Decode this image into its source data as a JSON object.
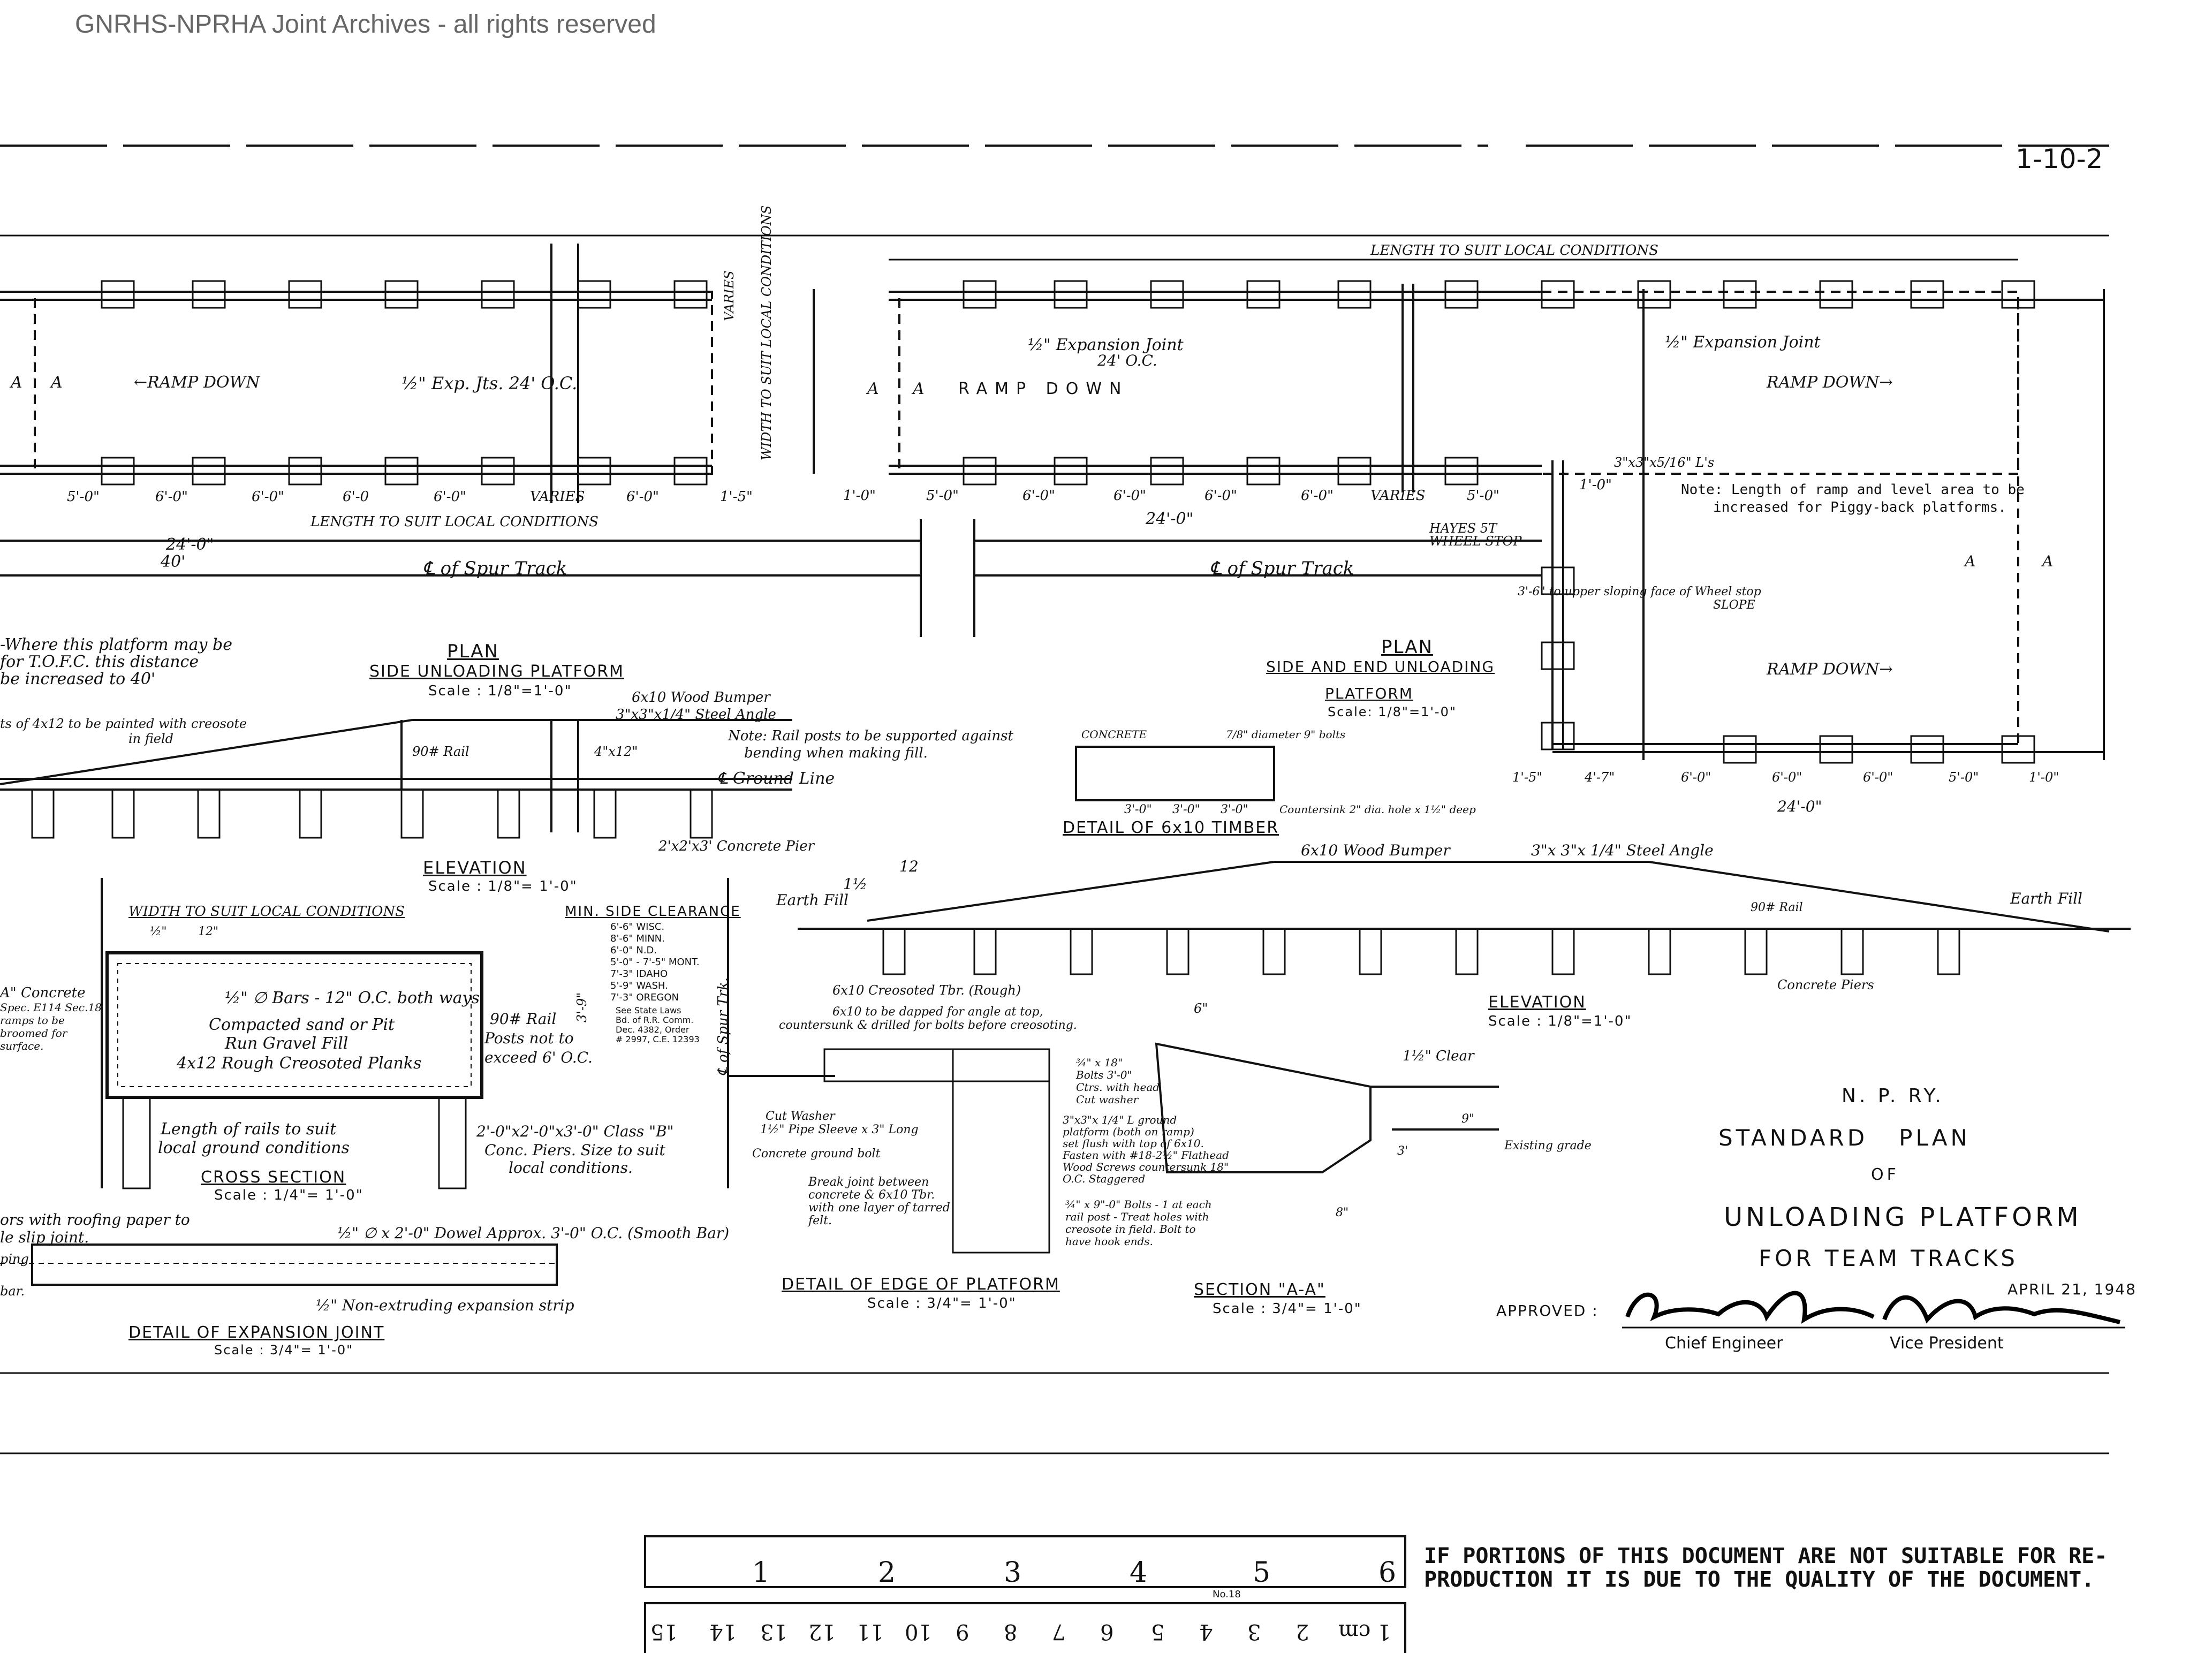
{
  "watermark": "GNRHS-NPRHA Joint Archives - all rights reserved",
  "sheet_number": "1-10-2",
  "left_plan": {
    "section_marker_a1": "A",
    "section_marker_a2": "A",
    "ramp_down": "←RAMP DOWN",
    "exp_joints": "½\" Exp. Jts. 24' O.C.",
    "varies_1": "VARIES",
    "varies_2": "VARIES",
    "width_note": "WIDTH TO SUIT LOCAL CONDITIONS",
    "dim_1_5": "1'-5\"",
    "dims": [
      "5'-0\"",
      "6'-0\"",
      "6'-0\"",
      "6'-0",
      "6'-0\"",
      "VARIES",
      "6'-0\""
    ],
    "length_note": "LENGTH TO SUIT LOCAL CONDITIONS",
    "dim_24": "24'-0\"",
    "dim_40": "40'",
    "spur_track": "℄ of Spur Track",
    "tofc_note_1": "-Where this platform may be",
    "tofc_note_2": "for T.O.F.C. this distance",
    "tofc_note_3": "be increased to 40'",
    "title": "PLAN",
    "subtitle": "SIDE UNLOADING PLATFORM",
    "scale": "Scale : 1/8\"=1'-0\""
  },
  "right_plan": {
    "length_note": "LENGTH TO SUIT LOCAL CONDITIONS",
    "exp_joint_1": "½\" Expansion Joint",
    "exp_joint_1b": "24' O.C.",
    "exp_joint_2": "½\" Expansion Joint",
    "section_marker_a1": "A",
    "section_marker_a2": "A",
    "ramp_down_1": "RAMP DOWN",
    "ramp_down_2": "RAMP DOWN→",
    "ramp_down_3": "RAMP DOWN→",
    "angle": "3\"x3\"x5/16\" L's",
    "dim_1_0": "1'-0\"",
    "dim_1_0b": "1'-0\"",
    "dims": [
      "5'-0\"",
      "6'-0\"",
      "6'-0\"",
      "6'-0\"",
      "6'-0\"",
      "VARIES",
      "5'-0\""
    ],
    "dim_24": "24'-0\"",
    "hayes": "HAYES 5T WHEEL STOP",
    "spur_track": "℄ of Spur Track",
    "note_1": "Note: Length of ramp and level area to be",
    "note_2": "increased for Piggy-back platforms.",
    "slope_note": "3'-6\" to upper sloping face of Wheel stop",
    "slope": "SLOPE",
    "section_marker_a3": "A",
    "section_marker_a4": "A",
    "bottom_dims": [
      "1'-5\"",
      "4'-7\"",
      "6'-0\"",
      "6'-0\"",
      "6'-0\"",
      "5'-0\"",
      "1'-0\""
    ],
    "bottom_total": "24'-0\"",
    "title": "PLAN",
    "subtitle": "SIDE AND END UNLOADING",
    "subtitle2": "PLATFORM",
    "scale": "Scale: 1/8\"=1'-0\""
  },
  "left_elevation": {
    "bumper": "6x10 Wood Bumper",
    "angle": "3\"x3\"x1/4\" Steel Angle",
    "note_1": "Note: Rail posts to be supported against",
    "note_2": "bending when making fill.",
    "posts_note": "ts of 4x12 to be painted with creosote",
    "posts_note2": "in field",
    "rail": "90# Rail",
    "size": "4\"x12\"",
    "ground_line": "℄ Ground Line",
    "pier": "2'x2'x3' Concrete Pier",
    "title": "ELEVATION",
    "scale": "Scale : 1/8\"= 1'-0\""
  },
  "detail_timber": {
    "label_1": "CONCRETE",
    "label_2": "7/8\" diameter 9\" bolts",
    "dims": [
      "3'-0\"",
      "3'-0\"",
      "3'-0\""
    ],
    "countersink": "Countersink 2\" dia. hole x 1½\" deep",
    "title": "DETAIL OF 6x10 TIMBER"
  },
  "right_elevation": {
    "bumper": "6x10 Wood Bumper",
    "angle": "3\"x 3\"x 1/4\" Steel Angle",
    "earth_fill_l": "Earth Fill",
    "earth_fill_r": "Earth Fill",
    "slope_l": "1½",
    "slope_l2": "12",
    "rail": "90# Rail",
    "piers": "Concrete Piers",
    "title": "ELEVATION",
    "scale": "Scale : 1/8\"=1'-0\""
  },
  "cross_section": {
    "width_note": "WIDTH TO SUIT LOCAL CONDITIONS",
    "dim_half": "½\"",
    "dim_12": "12\"",
    "clearance_title": "MIN. SIDE CLEARANCE",
    "clearance_rows": [
      "6'-6\" WISC.",
      "8'-6\" MINN.",
      "6'-0\" N.D.",
      "5'-0\" - 7'-5\" MONT.",
      "7'-3\" IDAHO",
      "5'-9\" WASH.",
      "7'-3\" OREGON"
    ],
    "state_laws_1": "See State Laws",
    "state_laws_2": "Bd. of R.R. Comm.",
    "state_laws_3": "Dec. 4382, Order",
    "state_laws_4": "# 2997, C.E. 12393",
    "dim_3_9": "3'-9\"",
    "spur": "℄ of Spur Trk.",
    "concrete_note_1": "A\" Concrete",
    "concrete_note_2": "Spec. E114 Sec.18",
    "concrete_note_3": "ramps to be",
    "concrete_note_4": "broomed for",
    "concrete_note_5": "surface.",
    "bars": "½\" ∅ Bars - 12\" O.C. both ways",
    "compacted": "Compacted sand or Pit",
    "run_gravel": "Run Gravel Fill",
    "planks": "4x12 Rough Creosoted Planks",
    "rail_posts_1": "90# Rail",
    "rail_posts_2": "Posts not to",
    "rail_posts_3": "exceed 6' O.C.",
    "length_rails_1": "Length of rails to suit",
    "length_rails_2": "local ground conditions",
    "piers_1": "2'-0\"x2'-0\"x3'-0\" Class \"B\"",
    "piers_2": "Conc. Piers. Size to suit",
    "piers_3": "local conditions.",
    "title": "CROSS SECTION",
    "scale": "Scale : 1/4\"= 1'-0\""
  },
  "detail_expansion": {
    "note_1": "ors with roofing paper to",
    "note_2": "le slip joint.",
    "note_3": "ping",
    "note_4": "bar.",
    "dowel": "½\" ∅ x 2'-0\" Dowel Approx. 3'-0\" O.C. (Smooth Bar)",
    "strip": "½\" Non-extruding expansion strip",
    "title": "DETAIL OF EXPANSION JOINT",
    "scale": "Scale : 3/4\"= 1'-0\""
  },
  "detail_edge": {
    "creosoted": "6x10 Creosoted Tbr. (Rough)",
    "note_1": "6x10 to be dapped for angle at top,",
    "note_2": "countersunk & drilled for bolts before creosoting.",
    "washer_1": "Cut Washer",
    "washer_2": "1½\" Pipe Sleeve x 3\" Long",
    "bolt": "Concrete ground bolt",
    "break_1": "Break joint between",
    "break_2": "concrete & 6x10 Tbr.",
    "break_3": "with one layer of tarred",
    "break_4": "felt.",
    "bolts_1": "¾\" x 18\"",
    "bolts_2": "Bolts 3'-0\"",
    "bolts_3": "Ctrs. with head",
    "bolts_4": "Cut washer",
    "title": "DETAIL OF EDGE OF PLATFORM",
    "scale": "Scale : 3/4\"= 1'-0\""
  },
  "section_aa": {
    "dim_6": "6\"",
    "clear": "1½\" Clear",
    "angle_1": "3\"x3\"x 1/4\" L ground",
    "angle_2": "platform (both on ramp)",
    "angle_3": "set flush with top of 6x10.",
    "angle_4": "Fasten with #18-2½\" Flathead",
    "angle_5": "Wood Screws countersunk 18\"",
    "angle_6": "O.C. Staggered",
    "existing": "Existing grade",
    "bolts_1": "¾\" x 9\"-0\" Bolts - 1 at each",
    "bolts_2": "rail post - Treat holes with",
    "bolts_3": "creosote in field. Bolt to",
    "bolts_4": "have hook ends.",
    "dim_3": "3'",
    "dim_9": "9\"",
    "dim_8": "8\"",
    "title": "SECTION \"A-A\"",
    "scale": "Scale : 3/4\"= 1'-0\""
  },
  "title_block": {
    "railway": "N. P. RY.",
    "line_1": "STANDARD   PLAN",
    "line_2": "OF",
    "line_3": "UNLOADING PLATFORM",
    "line_4": "FOR TEAM TRACKS",
    "date": "APRIL 21, 1948",
    "approved": "APPROVED :",
    "chief": "Chief Engineer",
    "vp": "Vice President"
  },
  "ruler": {
    "inches": [
      "1",
      "2",
      "3",
      "4",
      "5",
      "6"
    ],
    "cm": [
      "1 cm",
      "2",
      "3",
      "4",
      "5",
      "6",
      "7",
      "8",
      "9",
      "10",
      "11",
      "12",
      "13",
      "14",
      "15"
    ],
    "tag": "No.18"
  },
  "quality_note_1": "IF PORTIONS OF THIS DOCUMENT ARE NOT SUITABLE FOR RE-",
  "quality_note_2": "PRODUCTION IT IS DUE TO THE QUALITY OF THE DOCUMENT."
}
